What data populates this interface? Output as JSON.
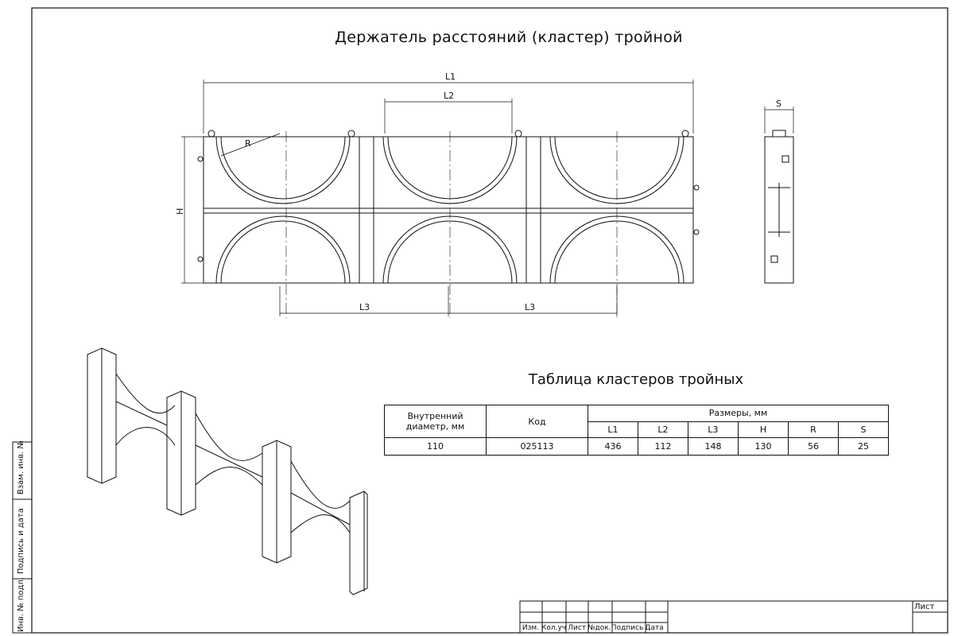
{
  "drawing": {
    "title": "Держатель расстояний (кластер) тройной",
    "dims": {
      "L1": "L1",
      "L2": "L2",
      "L3_left": "L3",
      "L3_right": "L3",
      "H": "H",
      "R": "R",
      "S": "S"
    }
  },
  "table": {
    "title": "Таблица кластеров тройных",
    "col_diameter": "Внутренний диаметр, мм",
    "col_code": "Код",
    "col_sizes": "Размеры, мм",
    "size_headers": [
      "L1",
      "L2",
      "L3",
      "H",
      "R",
      "S"
    ],
    "row": {
      "diameter": "110",
      "code": "025113",
      "sizes": [
        "436",
        "112",
        "148",
        "130",
        "56",
        "25"
      ]
    }
  },
  "side_stamp": [
    "Инв. № подл.",
    "Подпись и дата",
    "Взам. инв. №"
  ],
  "bottom_stamp": {
    "labels": [
      "Изм.",
      "Кол.уч",
      "Лист",
      "№док.",
      "Подпись",
      "Дата"
    ],
    "sheet_label": "Лист"
  }
}
